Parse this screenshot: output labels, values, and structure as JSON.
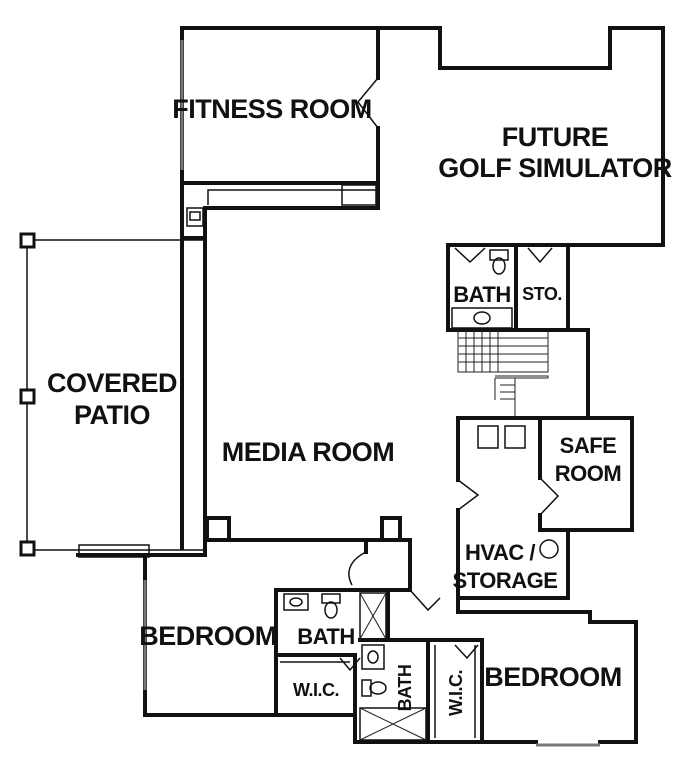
{
  "rooms": {
    "fitness_room": "FITNESS ROOM",
    "golf_line1": "FUTURE",
    "golf_line2": "GOLF SIMULATOR",
    "bath_upper": "BATH",
    "storage_upper": "STO.",
    "covered_patio_line1": "COVERED",
    "covered_patio_line2": "PATIO",
    "media_room": "MEDIA ROOM",
    "safe_room_line1": "SAFE",
    "safe_room_line2": "ROOM",
    "hvac_line1": "HVAC /",
    "hvac_line2": "STORAGE",
    "bedroom_left": "BEDROOM",
    "bath_left": "BATH",
    "wic_left": "W.I.C.",
    "bath_right": "BATH",
    "wic_right": "W.I.C.",
    "bedroom_right": "BEDROOM"
  }
}
